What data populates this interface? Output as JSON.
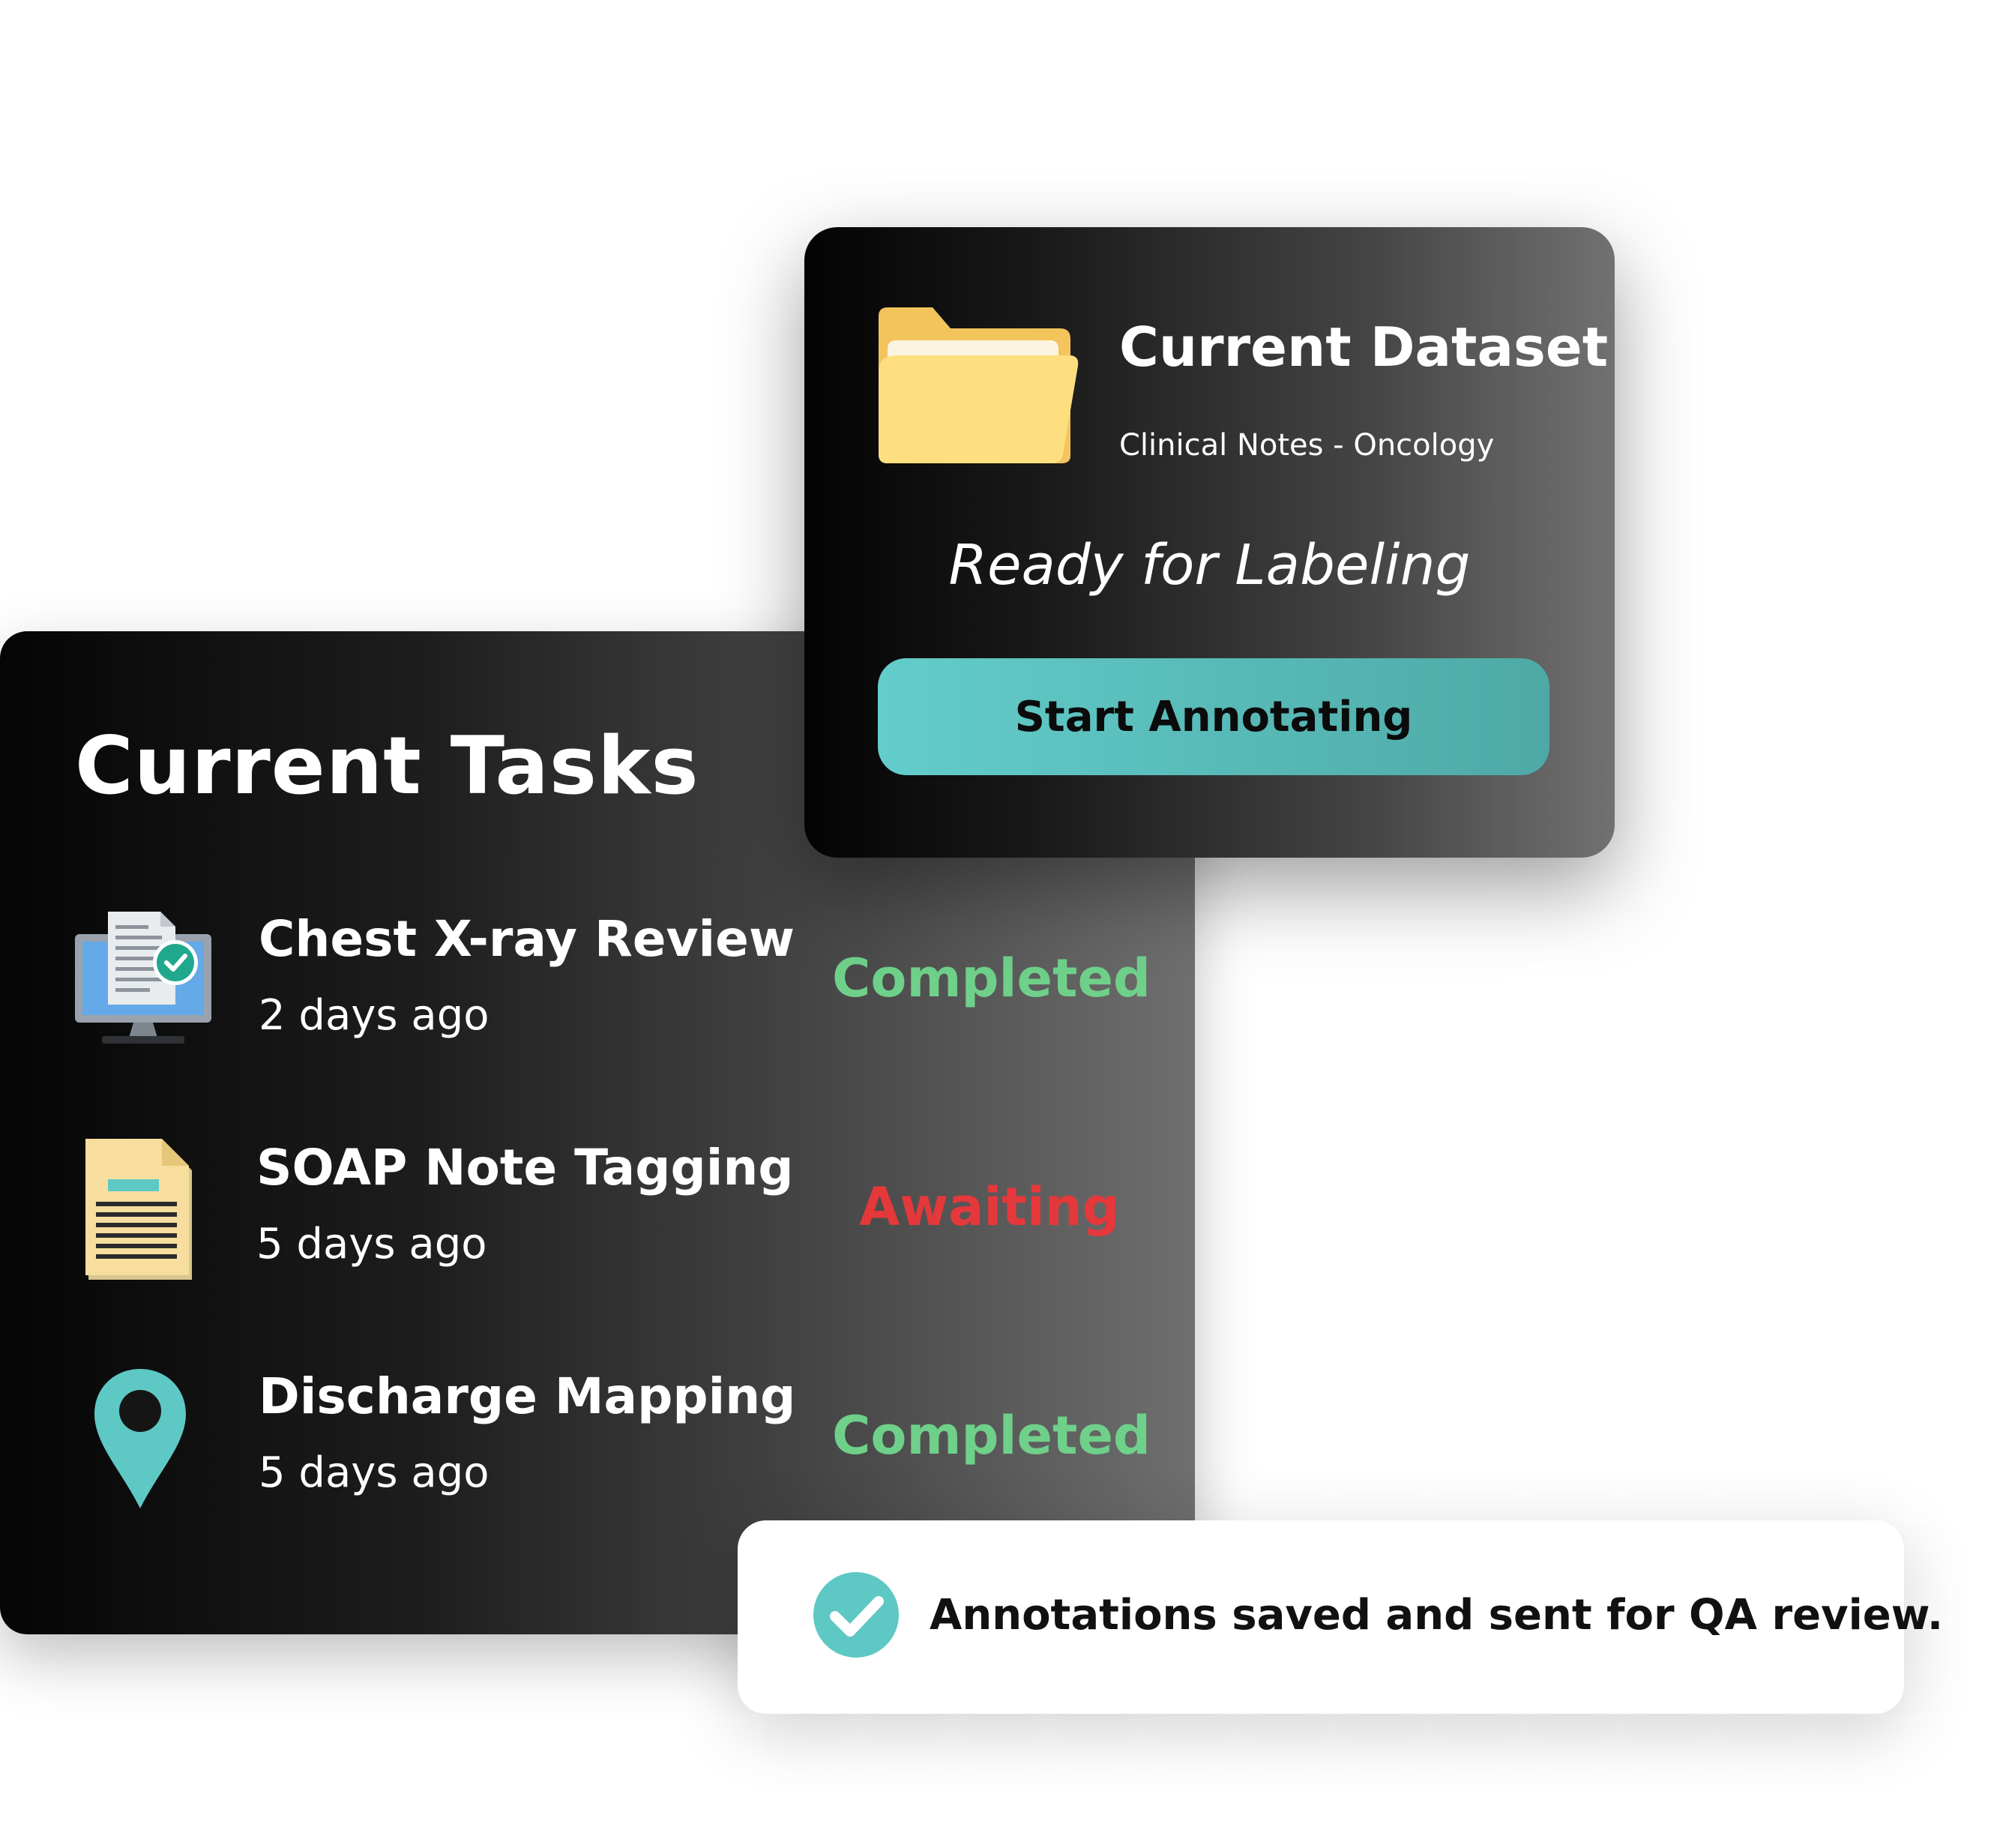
{
  "tasks_panel": {
    "title": "Current Tasks",
    "tasks": [
      {
        "name": "Chest X-ray Review",
        "time": "2 days ago",
        "status": "Completed",
        "status_color": "#6fd08a",
        "icon": "monitor-document-check-icon"
      },
      {
        "name": "SOAP Note Tagging",
        "time": "5 days ago",
        "status": "Awaiting",
        "status_color": "#e5383b",
        "icon": "document-icon"
      },
      {
        "name": "Discharge Mapping",
        "time": "5 days ago",
        "status": "Completed",
        "status_color": "#6fd08a",
        "icon": "map-pin-icon"
      }
    ]
  },
  "dataset_card": {
    "title": "Current Dataset",
    "dataset_name": "Clinical Notes - Oncology",
    "status": "Ready for Labeling",
    "button_label": "Start Annotating",
    "icon": "folder-icon"
  },
  "toast": {
    "message": "Annotations saved and sent for QA review.",
    "icon": "check-circle-icon"
  },
  "colors": {
    "accent": "#5ec8c5",
    "completed": "#6fd08a",
    "awaiting": "#e5383b"
  }
}
